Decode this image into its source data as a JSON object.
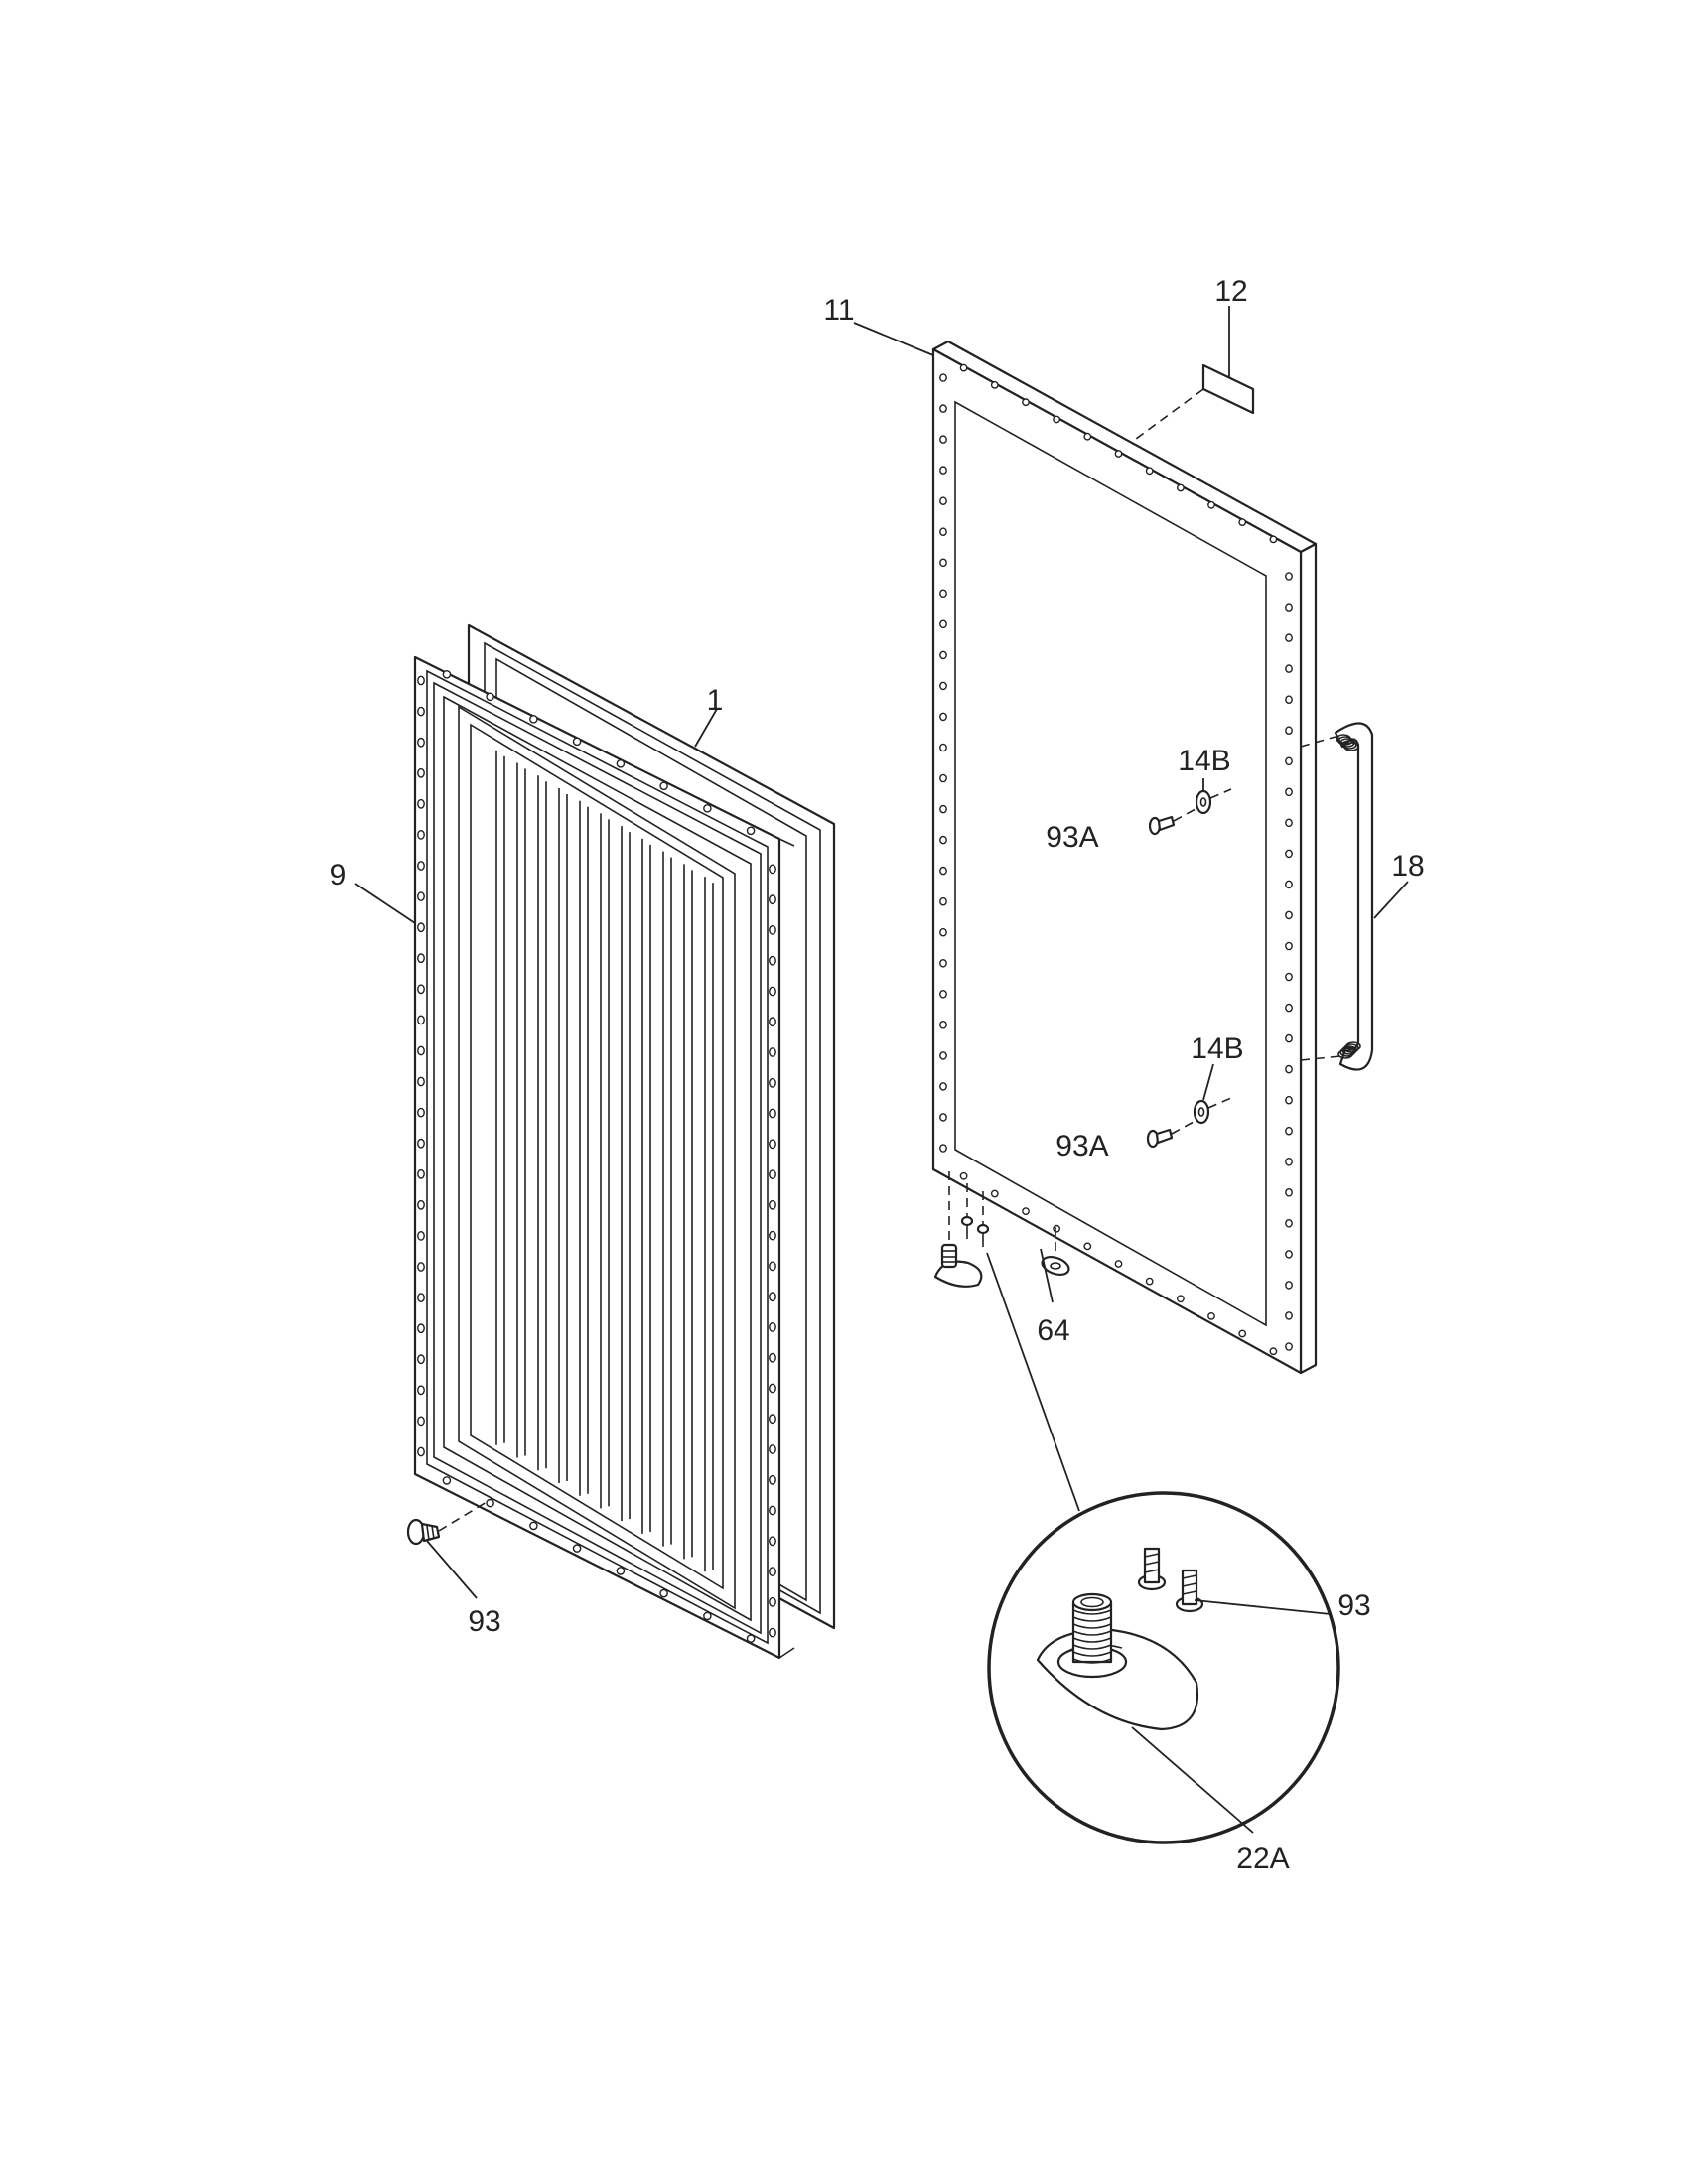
{
  "callouts": {
    "c1": "1",
    "c9": "9",
    "c11": "11",
    "c12": "12",
    "c14b_upper": "14B",
    "c14b_lower": "14B",
    "c18": "18",
    "c22a": "22A",
    "c64": "64",
    "c93_gasket": "93",
    "c93_detail": "93",
    "c93a_upper": "93A",
    "c93a_lower": "93A"
  },
  "colors": {
    "line": "#222222",
    "background": "#ffffff"
  }
}
